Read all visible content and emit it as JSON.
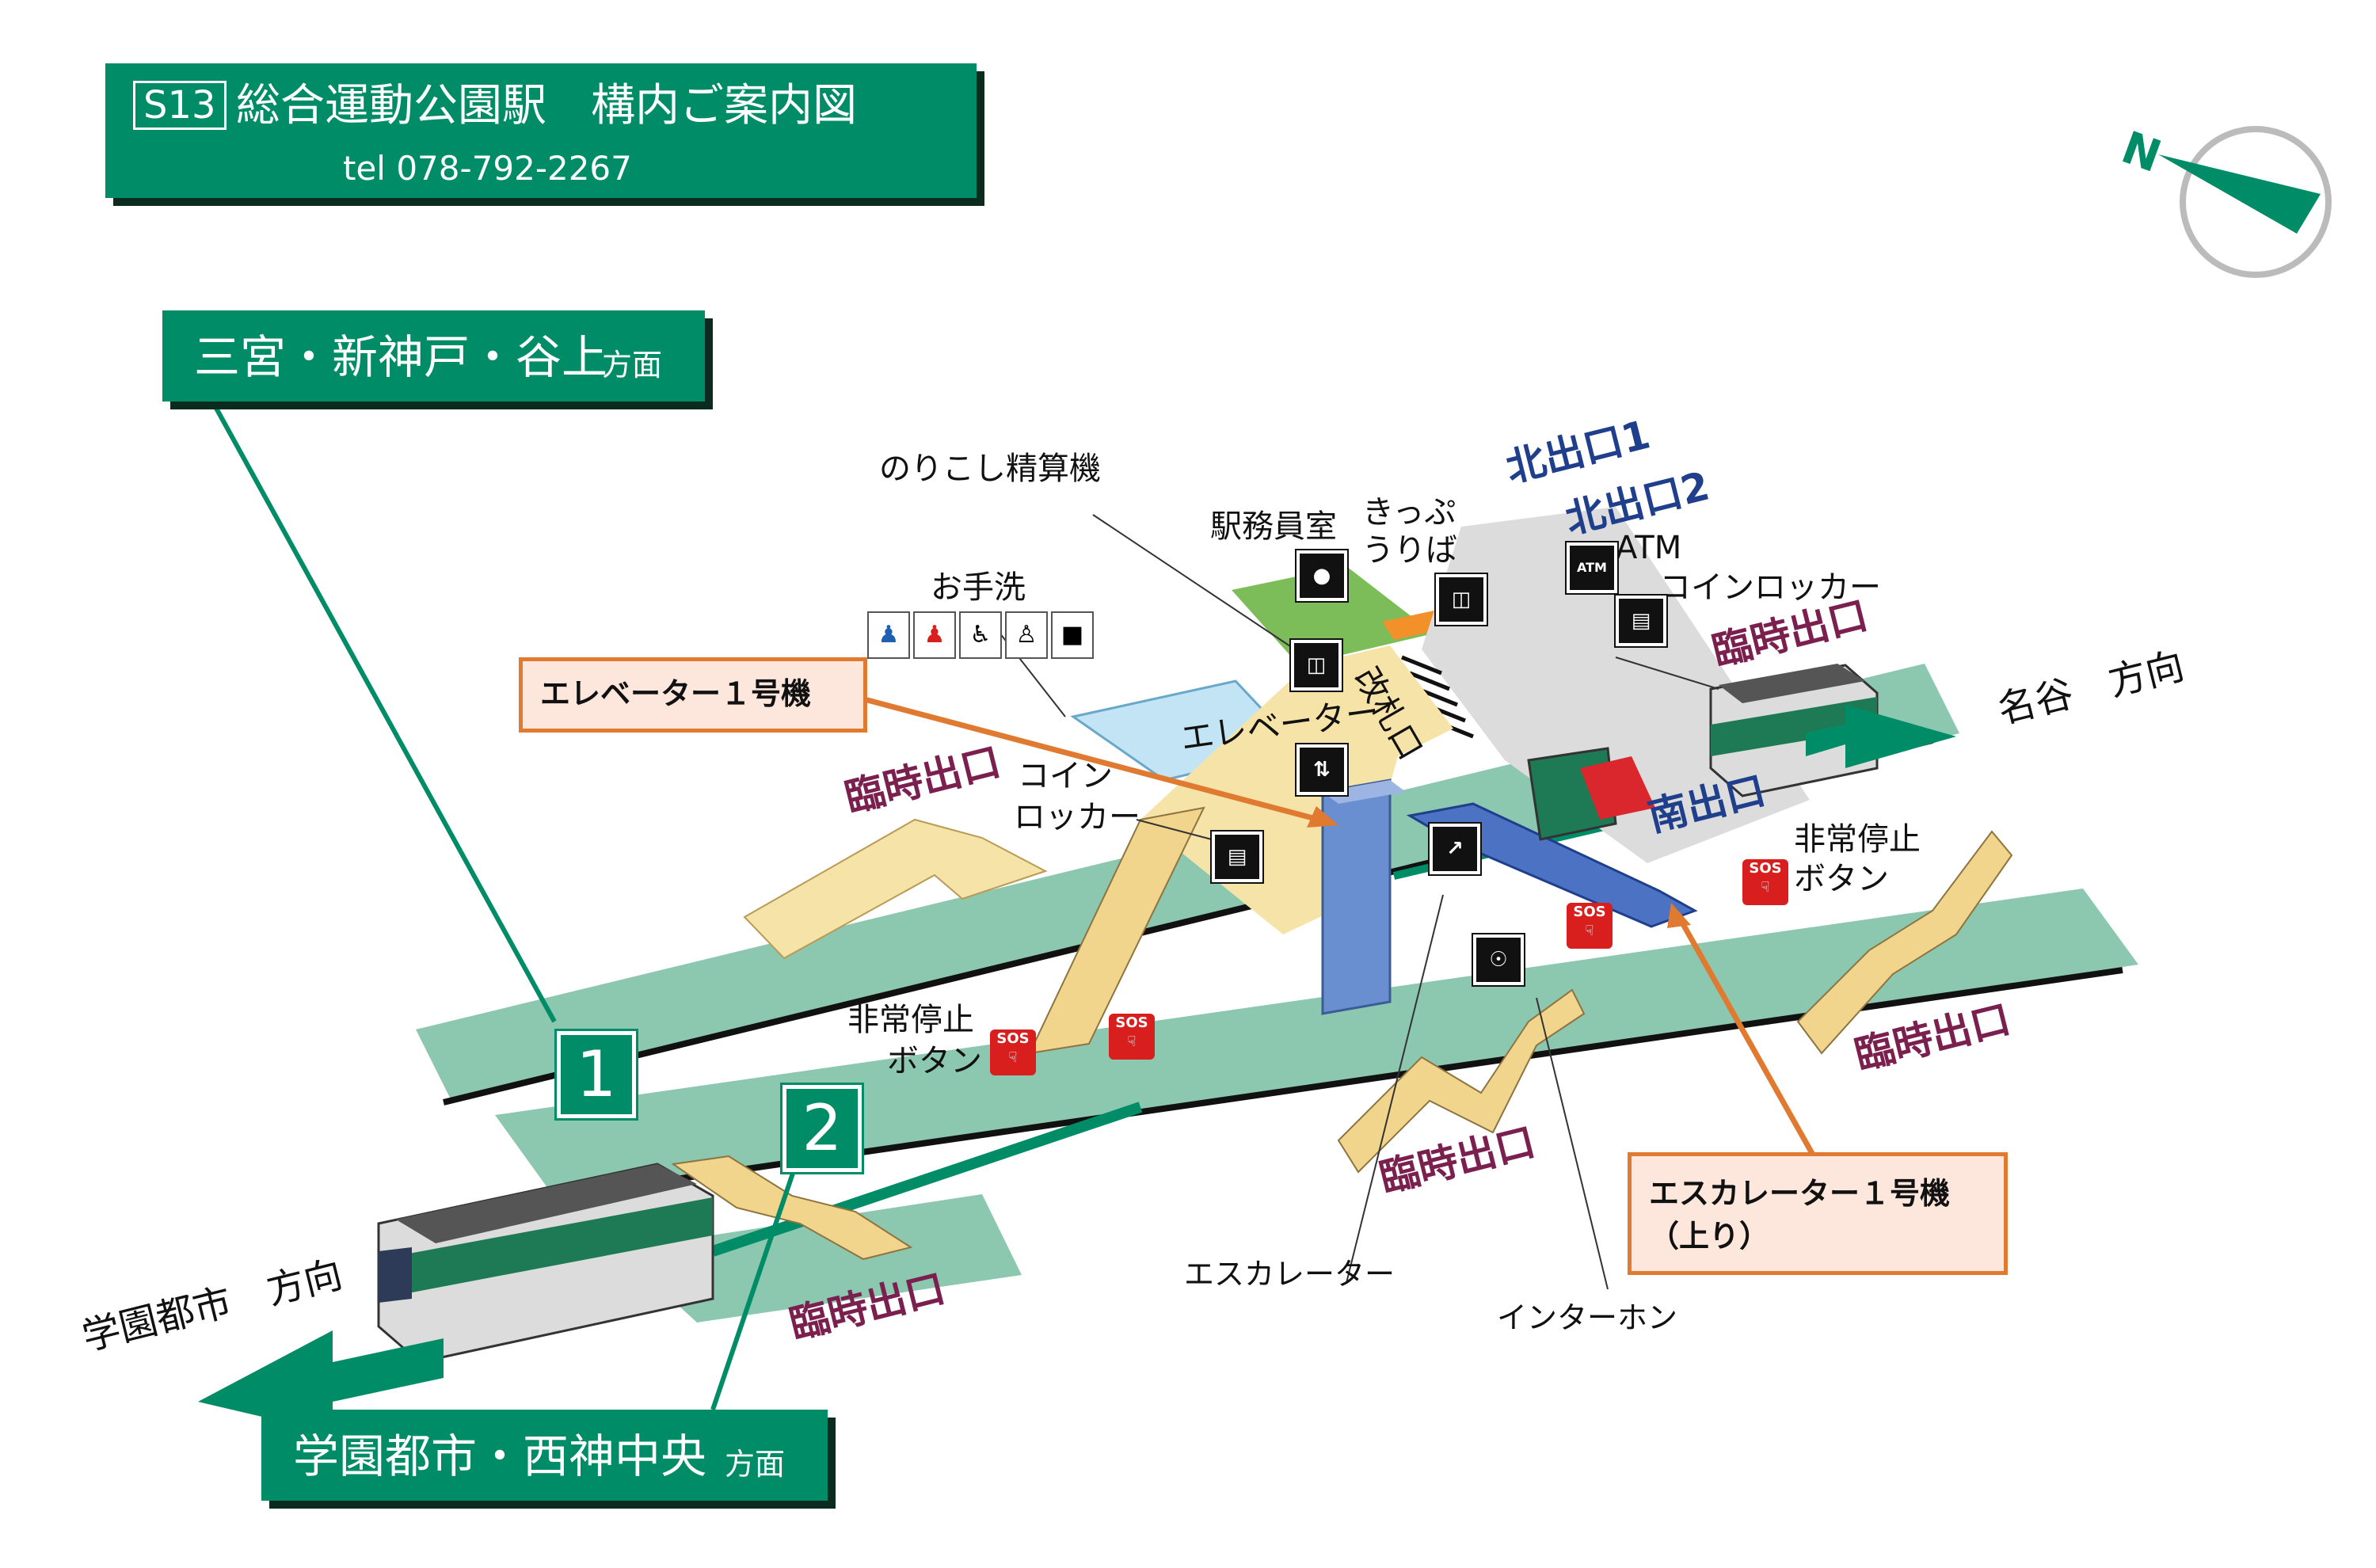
{
  "header": {
    "station_code": "S13",
    "title": "総合運動公園駅　構内ご案内図",
    "tel": "tel 078-792-2267"
  },
  "directions": {
    "top_main": "三宮・新神戸・谷上",
    "top_suffix": "方面",
    "bottom_main": "学園都市・西神中央",
    "bottom_suffix": "方面",
    "east": "名谷　方向",
    "west": "学園都市　方向"
  },
  "compass": {
    "north": "N"
  },
  "tracks": {
    "one": "1",
    "two": "2"
  },
  "labels": {
    "fare_adjust": "のりこし精算機",
    "station_office": "駅務員室",
    "ticket_top": "きっぷ",
    "ticket_bottom": "うりば",
    "toilet": "お手洗",
    "gate": "改札口",
    "elevator": "エレベーター",
    "coin_top": "コイン",
    "coin_bottom": "ロッカー",
    "coin_locker": "コインロッカー",
    "atm": "ATM",
    "north_exit_1": "北出口1",
    "north_exit_2": "北出口2",
    "south_exit": "南出口",
    "temp_exit": "臨時出口",
    "emergency_top": "非常停止",
    "emergency_bottom": "ボタン",
    "escalator": "エスカレーター",
    "intercom": "インターホン"
  },
  "callouts": {
    "elevator1": "エレベーター１号機",
    "escalator1_line1": "エスカレーター１号機",
    "escalator1_line2": "（上り）"
  },
  "icons": {
    "sos": "SOS",
    "atm_icon": "ATM"
  },
  "colors": {
    "brand_green": "#008c66",
    "platform_green": "#8cc7b0",
    "concourse_yellow": "#f6e3a8",
    "exit_purple": "#7a1f4e",
    "exit_navy": "#1f3f8c",
    "callout_orange": "#e07a30"
  }
}
